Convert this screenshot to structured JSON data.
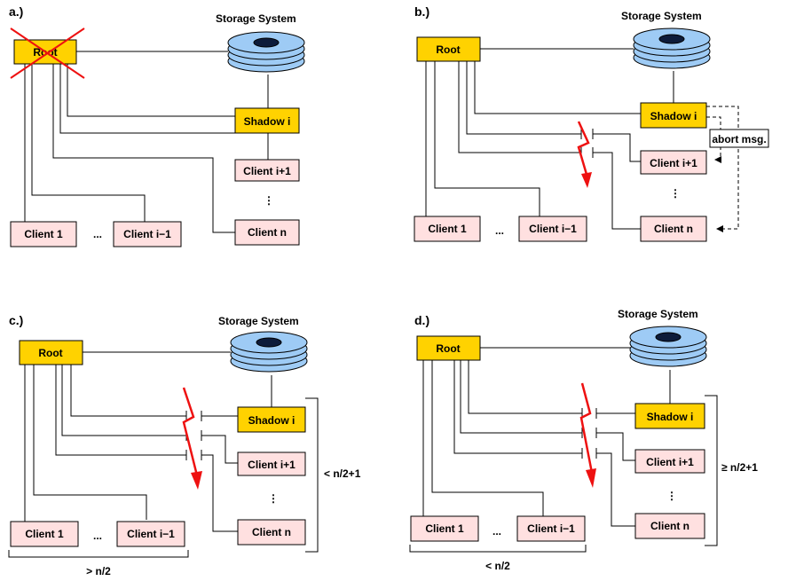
{
  "colors": {
    "root_fill": "#ffd200",
    "shadow_fill": "#ffd200",
    "client_fill": "#ffe0e0",
    "disk_fill": "#9ecbf5",
    "fault_red": "#ee1111"
  },
  "storage_label": "Storage System",
  "root_label": "Root",
  "shadow_label": "Shadow i",
  "client_labels": {
    "c1": "Client 1",
    "cim1": "Client i−1",
    "cip1": "Client i+1",
    "cn": "Client n"
  },
  "ellipsis_h": "...",
  "ellipsis_v": "⋮",
  "abort_label": "abort msg.",
  "panels": [
    {
      "id": "a",
      "label": "a.)",
      "root_failed": true
    },
    {
      "id": "b",
      "label": "b.)",
      "root_failed": false
    },
    {
      "id": "c",
      "label": "c.)",
      "root_failed": false,
      "bracket_right": "< n/2+1",
      "bracket_bottom": "> n/2"
    },
    {
      "id": "d",
      "label": "d.)",
      "root_failed": false,
      "bracket_right": "≥ n/2+1",
      "bracket_bottom": "< n/2"
    }
  ]
}
